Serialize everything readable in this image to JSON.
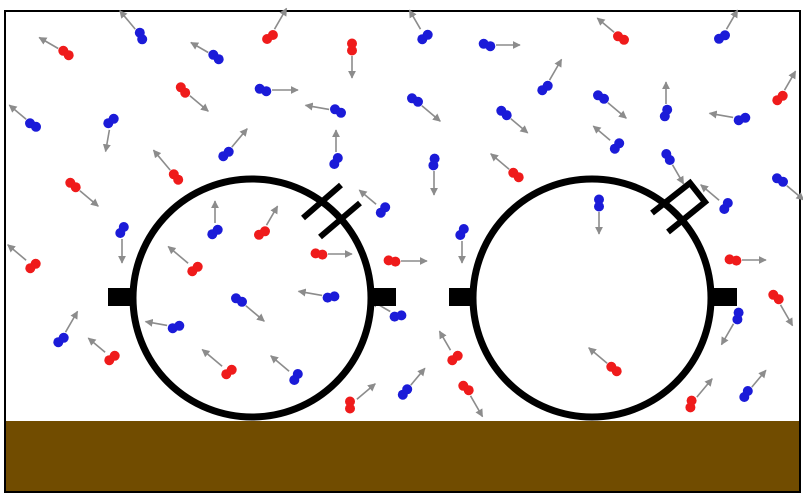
{
  "colors": {
    "frame": "#000000",
    "ground": "#714c00",
    "molecule_red": "#ef1b1b",
    "molecule_blue": "#1b1bd8",
    "arrow": "#8c8c8c",
    "vessel": "#000000"
  },
  "vessels": [
    {
      "name": "vessel-left",
      "valve": "open"
    },
    {
      "name": "vessel-right",
      "valve": "closed"
    }
  ]
}
